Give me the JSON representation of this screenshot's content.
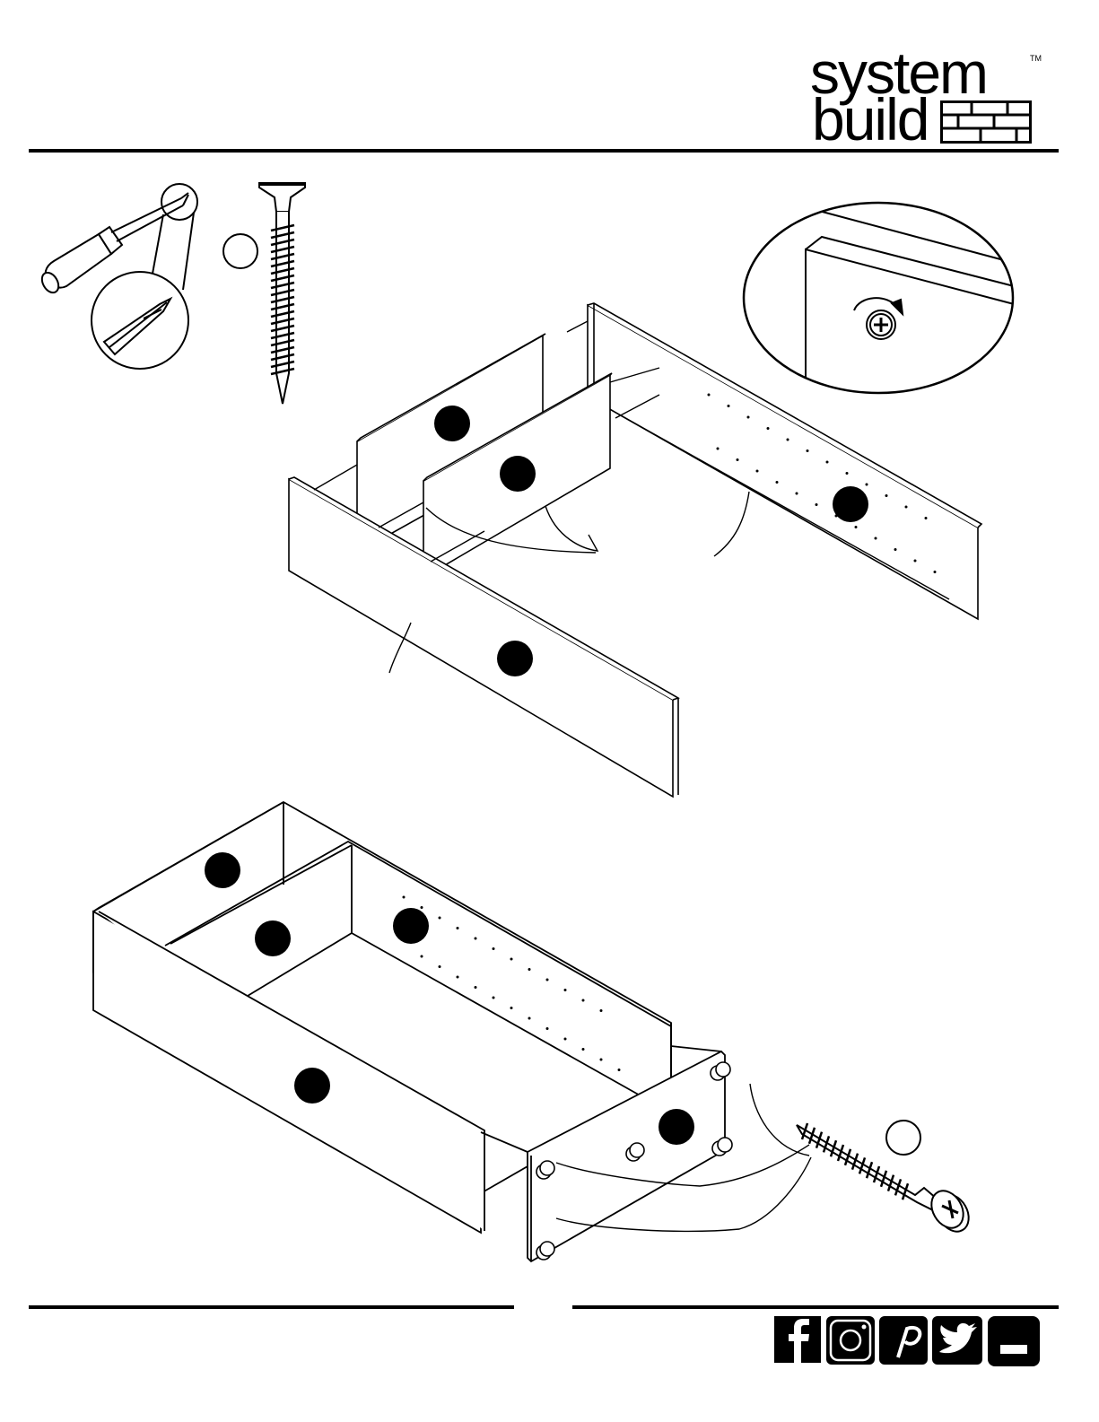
{
  "brand": {
    "line1": "system",
    "line2": "build",
    "trademark": "TM"
  },
  "social_icons": [
    "facebook-icon",
    "instagram-icon",
    "pinterest-icon",
    "twitter-icon",
    "youtube-icon"
  ],
  "colors": {
    "ink": "#000000",
    "paper": "#ffffff"
  }
}
